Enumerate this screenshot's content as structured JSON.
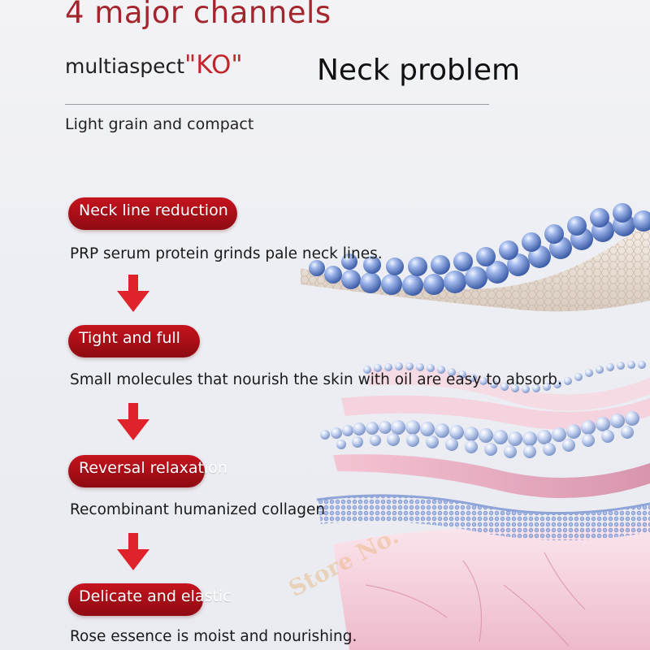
{
  "header": {
    "title": "4 major channels",
    "subtitle_prefix": "multiaspect",
    "subtitle_highlight": "\"KO\"",
    "side_title": "Neck problem",
    "tagline": "Light grain and compact"
  },
  "steps": [
    {
      "label": "Neck line reduction",
      "description": "PRP serum protein grinds pale neck lines."
    },
    {
      "label": "Tight and full",
      "description": "Small molecules that nourish the skin with oil are easy to absorb."
    },
    {
      "label": "Reversal relaxation",
      "description": "Recombinant humanized collagen"
    },
    {
      "label": "Delicate and elastic",
      "description": "Rose essence is moist and nourishing."
    }
  ],
  "watermark": "Store No.",
  "colors": {
    "title": "#a4262c",
    "highlight": "#c2262c",
    "pill": "#b0121a",
    "arrow": "#e0222a",
    "bead": "#6f8ed6",
    "skin": "#f2cfd9"
  },
  "icons": {
    "arrow": "arrow-down-icon"
  }
}
